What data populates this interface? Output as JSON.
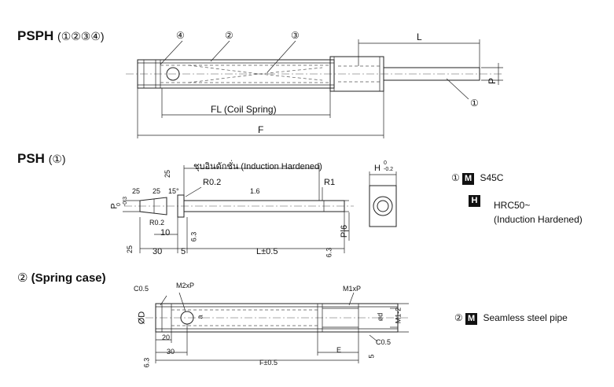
{
  "sections": {
    "psph": {
      "title": "PSPH",
      "parts": "(①②③④)"
    },
    "psh": {
      "title": "PSH",
      "parts": "(①)"
    },
    "spring_case": {
      "num": "②",
      "title": "(Spring case)"
    }
  },
  "psph_labels": {
    "c4": "④",
    "c2": "②",
    "c3": "③",
    "c1": "①",
    "L": "L",
    "P": "P",
    "FL": "FL (Coil Spring)",
    "F": "F"
  },
  "psh_labels": {
    "hardened_th": "ชุบอินดักชั่น (Induction Hardened)",
    "H_tol": "H",
    "H_sub": "0\n-0.2",
    "R02": "R0.2",
    "R1": "R1",
    "r16": "1.6",
    "p_tol": "P",
    "p_sub": "0\n-0.3",
    "a25": "25",
    "a15": "15°",
    "a25b": "25",
    "r02s": "R0.2",
    "d10": "10",
    "d30": "30",
    "d5": "5",
    "Lpm": "L±0.5",
    "d25": "25",
    "s63a": "6.3",
    "s63b": "6.3",
    "s25b": "25",
    "P6": "P|6"
  },
  "case_labels": {
    "C05a": "C0.5",
    "M2xP": "M2xP",
    "M1xP": "M1xP",
    "OD": "ØD",
    "a": "a",
    "od": "ød",
    "M12": "M1-2",
    "d20": "20",
    "d30": "30",
    "E": "E",
    "C05b": "C0.5",
    "Fpm": "F±0.5",
    "s63": "6.3",
    "d5": "5"
  },
  "materials": [
    {
      "num": "①",
      "badge": "M",
      "text": "S45C"
    },
    {
      "num": "",
      "badge": "H",
      "text": "HRC50~",
      "text2": "(Induction Hardened)"
    },
    {
      "num": "②",
      "badge": "M",
      "text": "Seamless steel pipe"
    }
  ]
}
